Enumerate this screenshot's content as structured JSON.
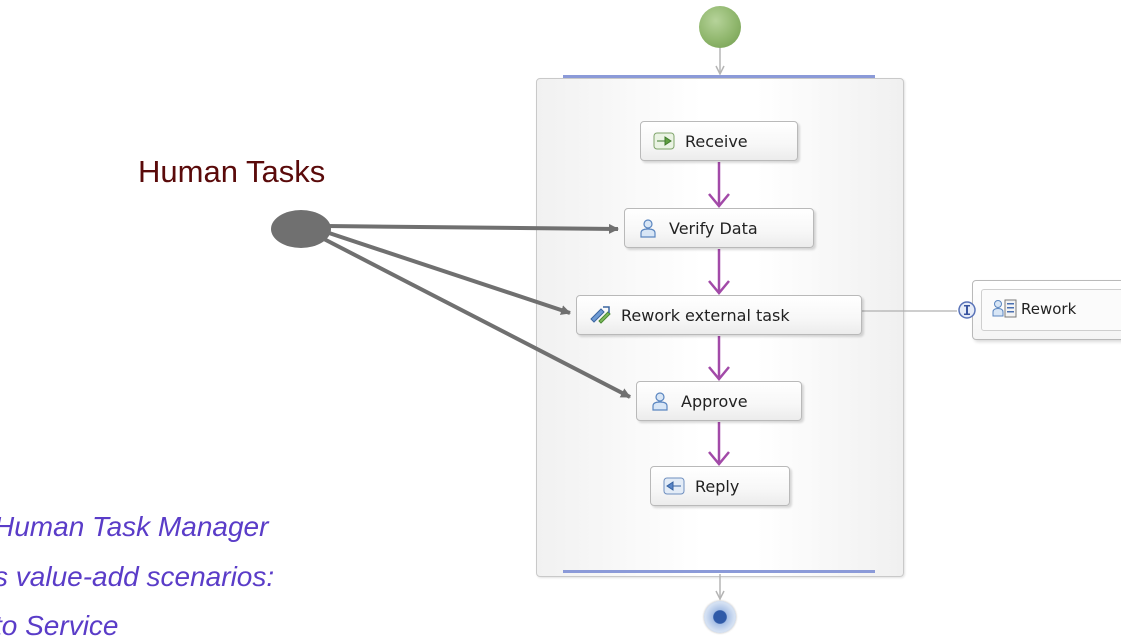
{
  "callout": {
    "label": "Human Tasks"
  },
  "notes": {
    "line1": "Human Task Manager",
    "line2": "s value-add scenarios:",
    "line3": "to Service"
  },
  "process": {
    "activities": [
      {
        "label": "Receive",
        "icon": "receive-arrow-icon"
      },
      {
        "label": "Verify Data",
        "icon": "human-task-person-icon"
      },
      {
        "label": "Rework external task",
        "icon": "invoke-icon"
      },
      {
        "label": "Approve",
        "icon": "human-task-person-icon"
      },
      {
        "label": "Reply",
        "icon": "reply-arrow-icon"
      }
    ],
    "partner": {
      "label": "Rework",
      "icons": [
        "interface-icon",
        "partner-reference-icon"
      ]
    }
  },
  "colors": {
    "flow_arrow": "#a24aa8",
    "callout_arrow": "#707070",
    "callout_text": "#5a0a0a",
    "note_text": "#5a3cc8",
    "start_node": "#8fb66c",
    "end_node": "#2f5aa8",
    "process_bar": "#8b9ad8"
  }
}
